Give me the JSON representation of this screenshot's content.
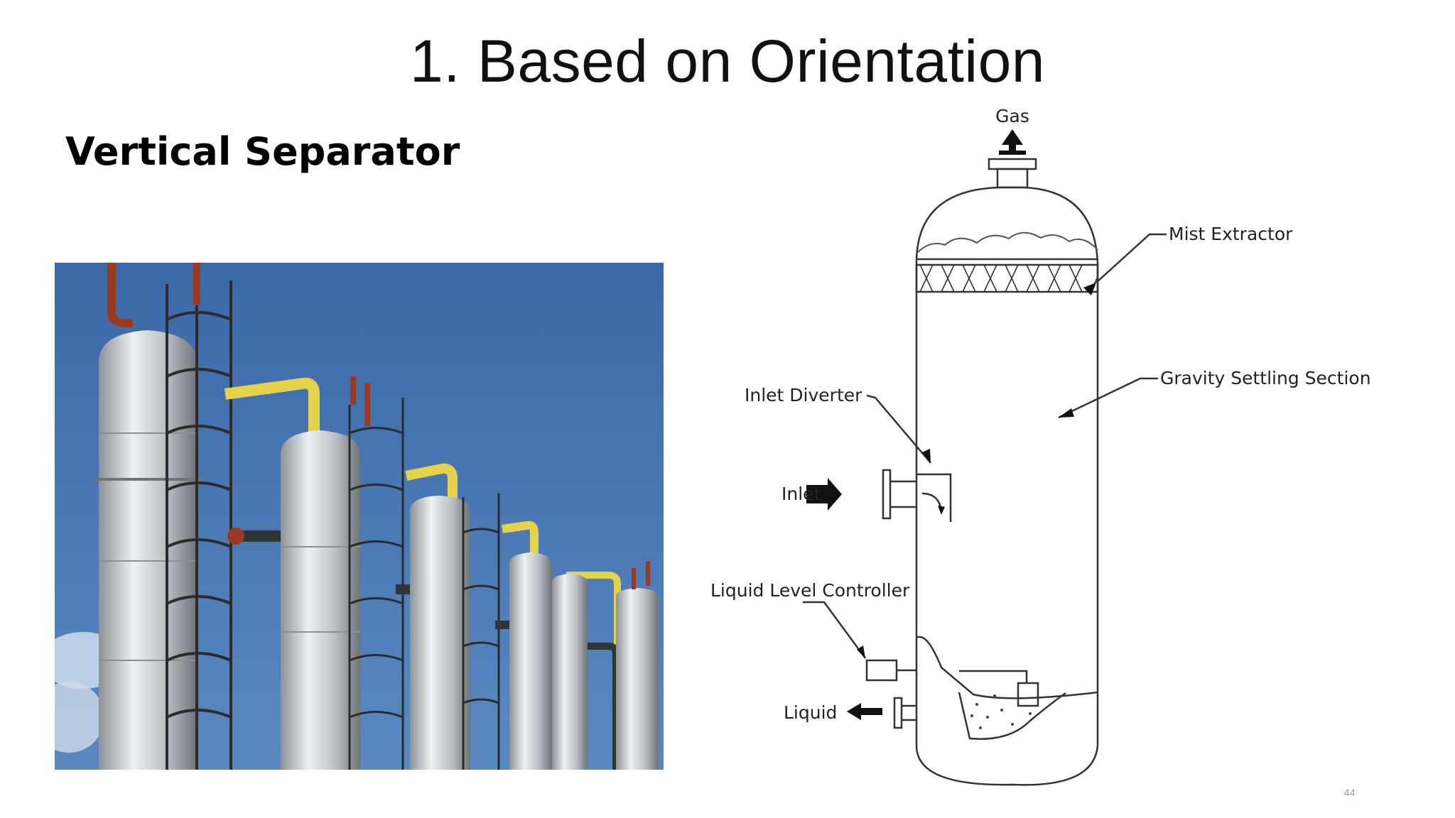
{
  "slide": {
    "title": "1. Based on Orientation",
    "heading": "Vertical Separator",
    "page_number": "44"
  },
  "diagram": {
    "labels": {
      "gas": "Gas",
      "mist_extractor": "Mist Extractor",
      "gravity_settling": "Gravity Settling Section",
      "inlet_diverter": "Inlet Diverter",
      "inlet": "Inlet",
      "liquid_level_controller": "Liquid Level Controller",
      "liquid": "Liquid"
    }
  },
  "photo": {
    "subject": "vertical-separator-vessels"
  },
  "colors": {
    "sky": "#3f6fae",
    "pipe_yellow": "#e3d24a",
    "pipe_red": "#9a3a22",
    "vessel_steel": "#c8ccd0"
  }
}
